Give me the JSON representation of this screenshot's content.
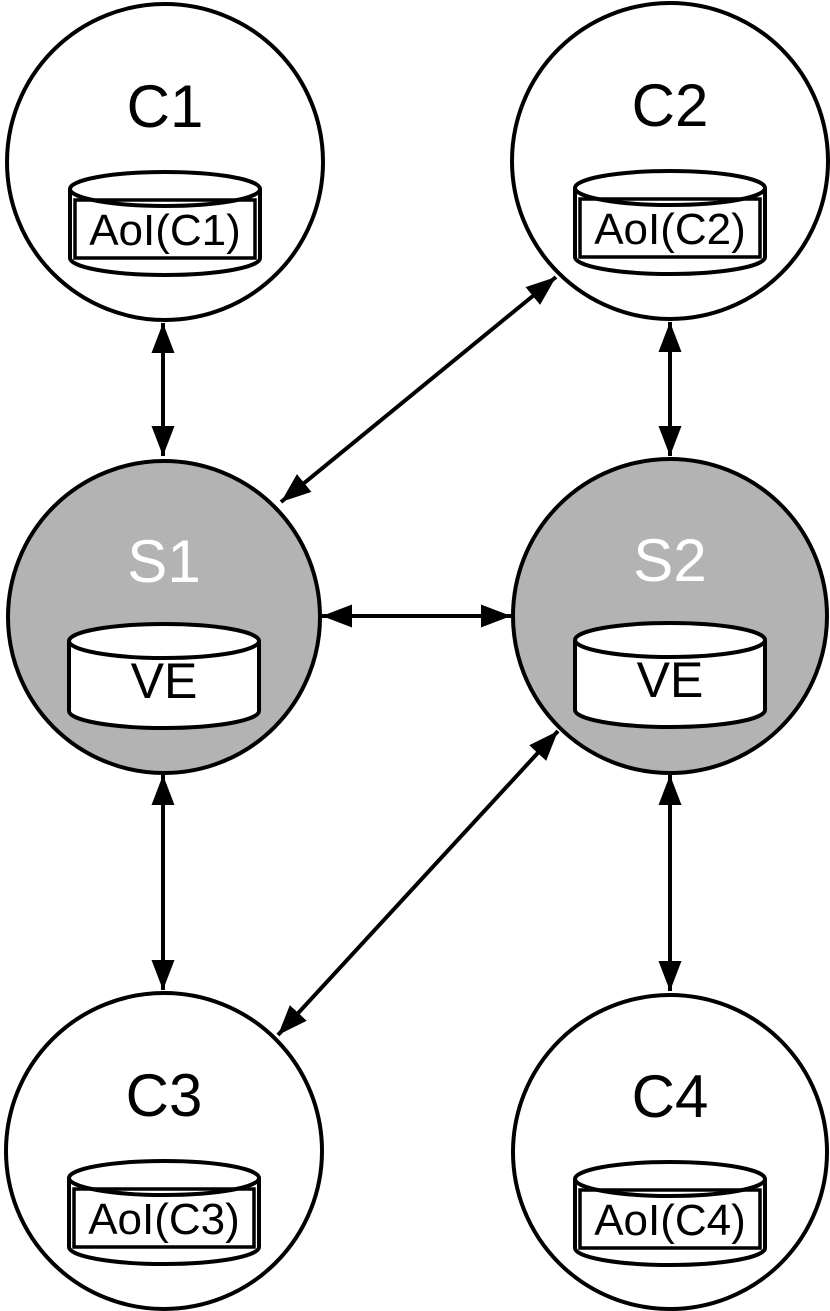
{
  "colors": {
    "background": "#ffffff",
    "outline": "#000000",
    "client_fill": "#ffffff",
    "server_fill": "#b3b3b3",
    "client_label": "#000000",
    "server_label": "#ffffff",
    "datastore_fill": "#ffffff",
    "arrow": "#000000"
  },
  "nodes": {
    "c1": {
      "label": "C1",
      "datastore": "AoI(C1)",
      "type": "client"
    },
    "c2": {
      "label": "C2",
      "datastore": "AoI(C2)",
      "type": "client"
    },
    "s1": {
      "label": "S1",
      "datastore": "VE",
      "type": "server"
    },
    "s2": {
      "label": "S2",
      "datastore": "VE",
      "type": "server"
    },
    "c3": {
      "label": "C3",
      "datastore": "AoI(C3)",
      "type": "client"
    },
    "c4": {
      "label": "C4",
      "datastore": "AoI(C4)",
      "type": "client"
    }
  },
  "edges": [
    {
      "from": "C1",
      "to": "S1",
      "direction": "bidirectional"
    },
    {
      "from": "C2",
      "to": "S2",
      "direction": "bidirectional"
    },
    {
      "from": "S1",
      "to": "C2",
      "direction": "bidirectional"
    },
    {
      "from": "S1",
      "to": "S2",
      "direction": "bidirectional"
    },
    {
      "from": "S1",
      "to": "C3",
      "direction": "bidirectional"
    },
    {
      "from": "S2",
      "to": "C4",
      "direction": "bidirectional"
    },
    {
      "from": "S2",
      "to": "C3",
      "direction": "bidirectional"
    }
  ]
}
